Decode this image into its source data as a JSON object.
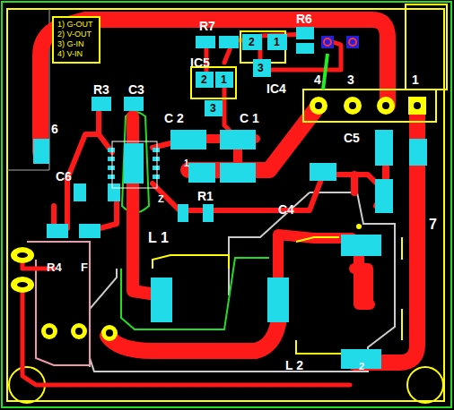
{
  "diagram": {
    "nodes": [
      {
        "text": [
          "1) G-OUT",
          "2) V-OUT",
          "3) G-IN",
          "4) V-IN"
        ]
      }
    ],
    "labels": [
      "R7",
      "R6",
      "IC5",
      "IC4",
      "2",
      "1",
      "3",
      "2",
      "1",
      "3",
      "R3",
      "C3",
      "C 2",
      "C 1",
      "4",
      "3",
      "1",
      "C5",
      "6",
      "C6",
      "1",
      "Z",
      "R1",
      "C4",
      "L 1",
      "7",
      "R4",
      "F",
      "L 2",
      "2"
    ]
  }
}
